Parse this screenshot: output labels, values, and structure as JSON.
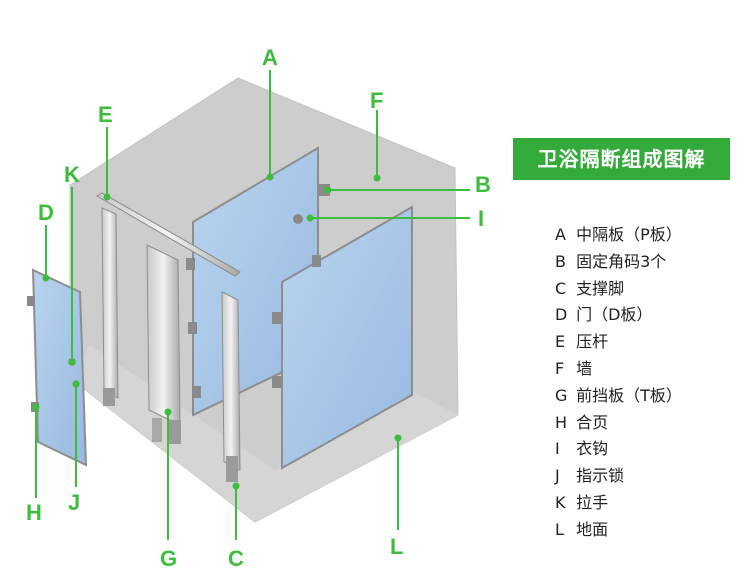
{
  "title": "卫浴隔断组成图解",
  "legend": [
    {
      "key": "A",
      "text": "中隔板（P板）"
    },
    {
      "key": "B",
      "text": "固定角码3个"
    },
    {
      "key": "C",
      "text": "支撑脚"
    },
    {
      "key": "D",
      "text": "门（D板）"
    },
    {
      "key": "E",
      "text": "压杆"
    },
    {
      "key": "F",
      "text": "墙"
    },
    {
      "key": "G",
      "text": "前挡板（T板）"
    },
    {
      "key": "H",
      "text": "合页"
    },
    {
      "key": "I",
      "text": "衣钩"
    },
    {
      "key": "J",
      "text": "指示锁"
    },
    {
      "key": "K",
      "text": "拉手"
    },
    {
      "key": "L",
      "text": "地面"
    }
  ],
  "labels": {
    "A": "A",
    "B": "B",
    "C": "C",
    "D": "D",
    "E": "E",
    "F": "F",
    "G": "G",
    "H": "H",
    "I": "I",
    "J": "J",
    "K": "K",
    "L": "L"
  },
  "colors": {
    "accent": "#33aa3a",
    "leader": "#3dbd3d",
    "panel": "#a9c8e8",
    "wall": "#cfcfcf"
  }
}
